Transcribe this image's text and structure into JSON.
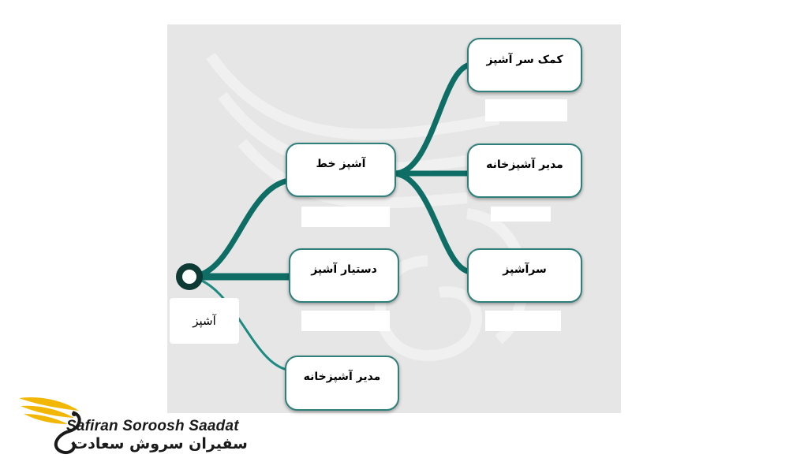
{
  "diagram": {
    "root": {
      "label": "آشپز"
    },
    "nodes": [
      {
        "id": "line-cook",
        "label": "آشپز خط"
      },
      {
        "id": "assistant-cook",
        "label": "دستیار آشپز"
      },
      {
        "id": "kitchen-manager",
        "label": "مدیر آشپزخانه"
      },
      {
        "id": "sous-chef-helper",
        "label": "کمک سر آشپز"
      },
      {
        "id": "kitchen-manager-2",
        "label": "مدیر آشپزخانه"
      },
      {
        "id": "head-chef",
        "label": "سرآشپز"
      }
    ]
  },
  "brand": {
    "name_en": "Safiran Soroosh Saadat",
    "name_fa": "سفیران سروش سعادت"
  },
  "colors": {
    "connector": "#0e6e66",
    "node_border": "#2f7f7a",
    "canvas_bg": "#e6e6e6",
    "logo_gold": "#f2b705"
  }
}
